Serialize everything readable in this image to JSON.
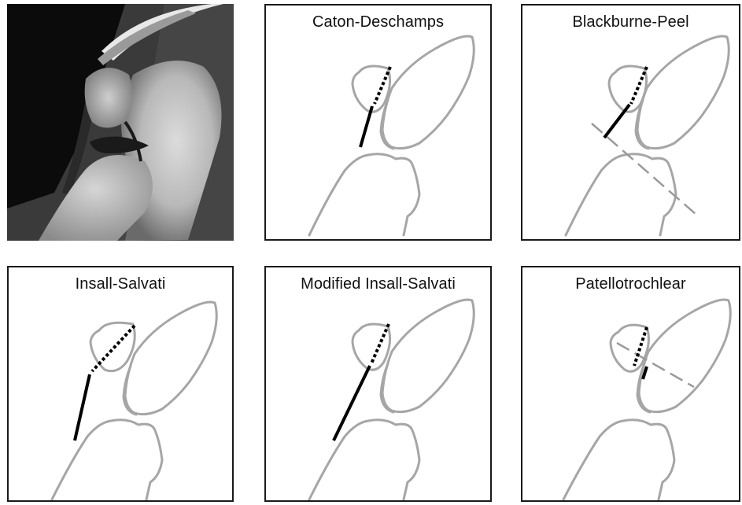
{
  "figure": {
    "mri": {
      "alt": "sagittal MRI of knee"
    },
    "panels": [
      {
        "id": "caton-deschamps",
        "title": "Caton-Deschamps"
      },
      {
        "id": "blackburne-peel",
        "title": "Blackburne-Peel"
      },
      {
        "id": "insall-salvati",
        "title": "Insall-Salvati"
      },
      {
        "id": "modified-insall-salvati",
        "title": "Modified Insall-Salvati"
      },
      {
        "id": "patellotrochlear",
        "title": "Patellotrochlear"
      }
    ]
  },
  "colors": {
    "bone_outline": "#a6a6a6",
    "measure_line": "#000000",
    "reference_line": "#9a9a9a",
    "frame": "#1a1a1a"
  }
}
